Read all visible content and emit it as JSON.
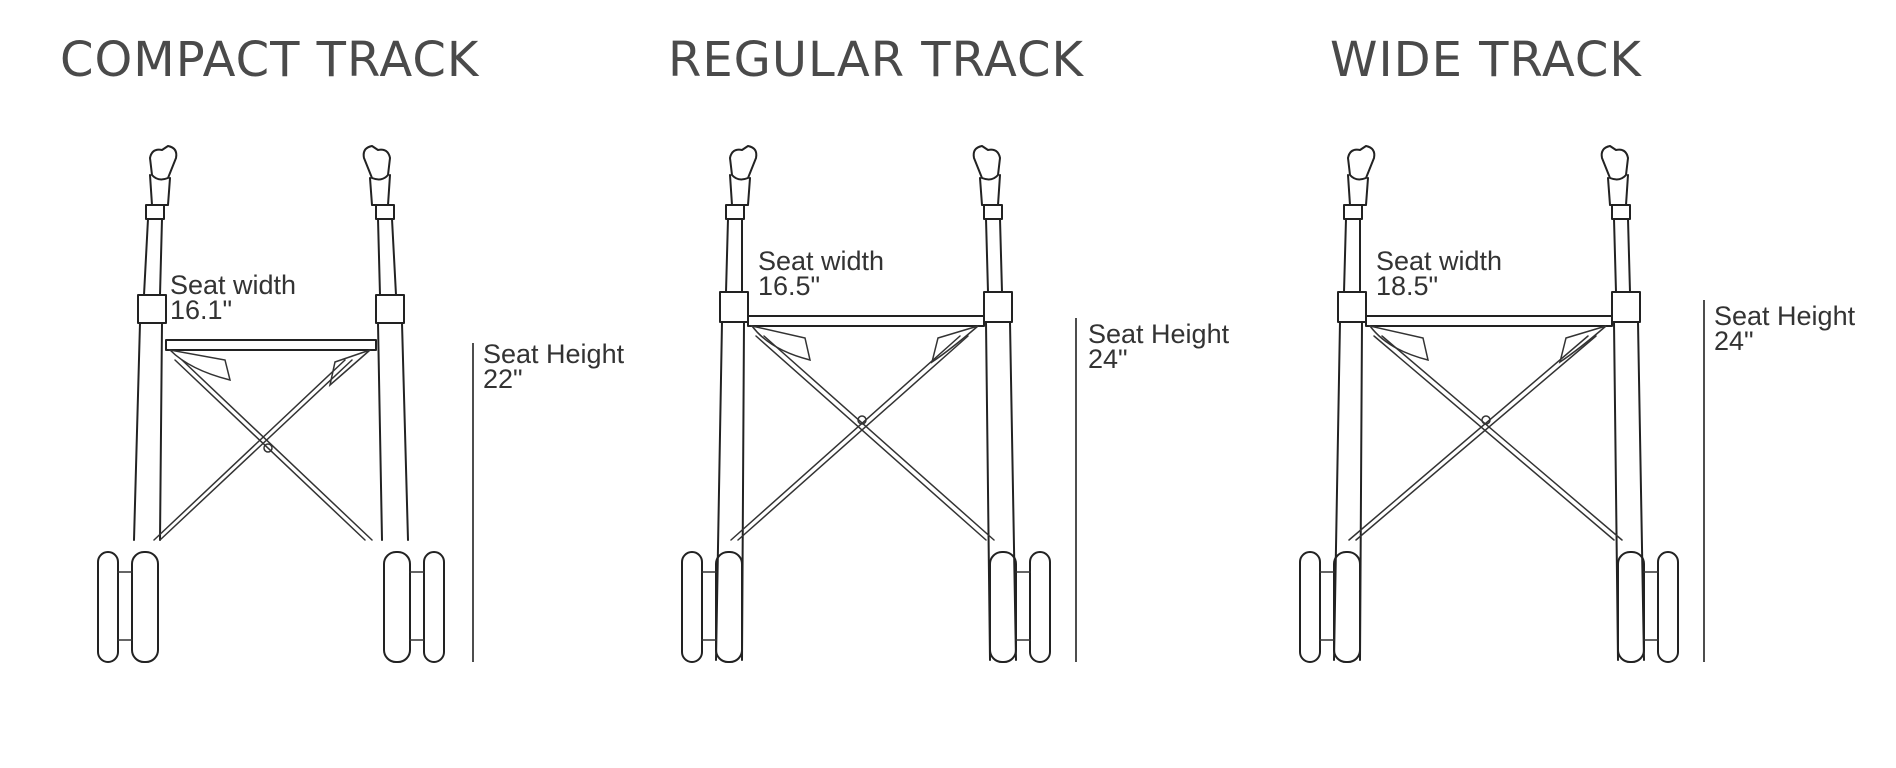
{
  "variants": [
    {
      "title": "COMPACT TRACK",
      "seat_width_label": "Seat width",
      "seat_width_value": "16.1\"",
      "seat_height_label": "Seat Height",
      "seat_height_value": "22\""
    },
    {
      "title": "REGULAR TRACK",
      "seat_width_label": "Seat width",
      "seat_width_value": "16.5\"",
      "seat_height_label": "Seat Height",
      "seat_height_value": "24\""
    },
    {
      "title": "WIDE TRACK",
      "seat_width_label": "Seat width",
      "seat_width_value": "18.5\"",
      "seat_height_label": "Seat Height",
      "seat_height_value": "24\""
    }
  ],
  "colors": {
    "title": "#4a4a4a",
    "line": "#222222",
    "label": "#333333"
  }
}
